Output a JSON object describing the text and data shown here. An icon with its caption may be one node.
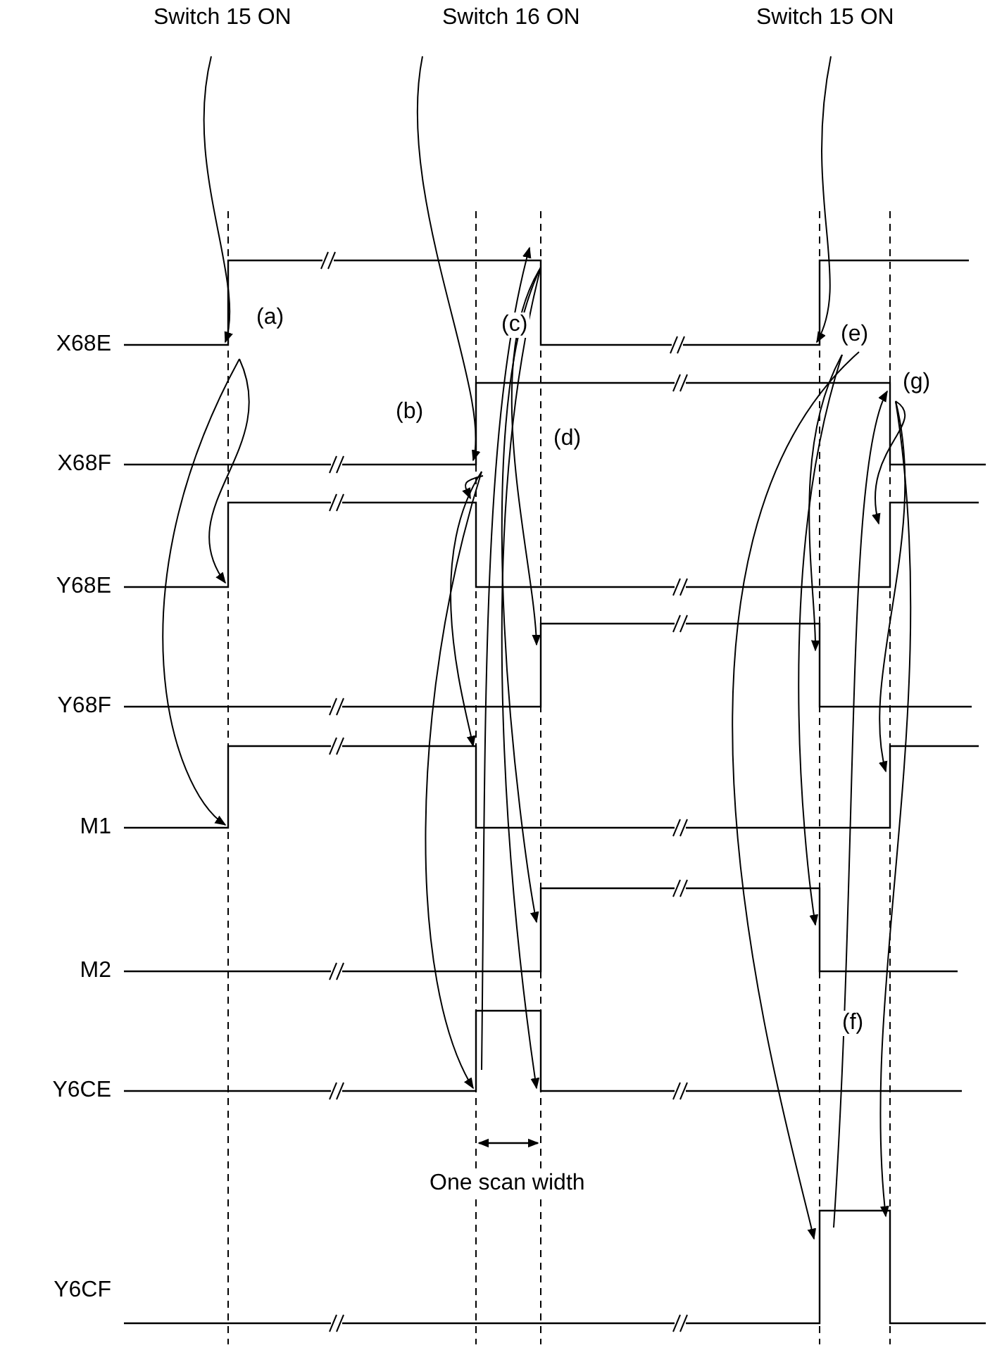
{
  "diagram": {
    "labels": [
      "Switch 15 ON",
      "Switch 16 ON",
      "Switch 15 ON",
      "X68E",
      "(a)",
      "(c)",
      "(e)",
      "(b)",
      "X68F",
      "(d)",
      "(g)",
      "Y68E",
      "Y68F",
      "M1",
      "M2",
      "(f)",
      "Y6CE",
      "One scan width",
      "Y6CF"
    ]
  }
}
